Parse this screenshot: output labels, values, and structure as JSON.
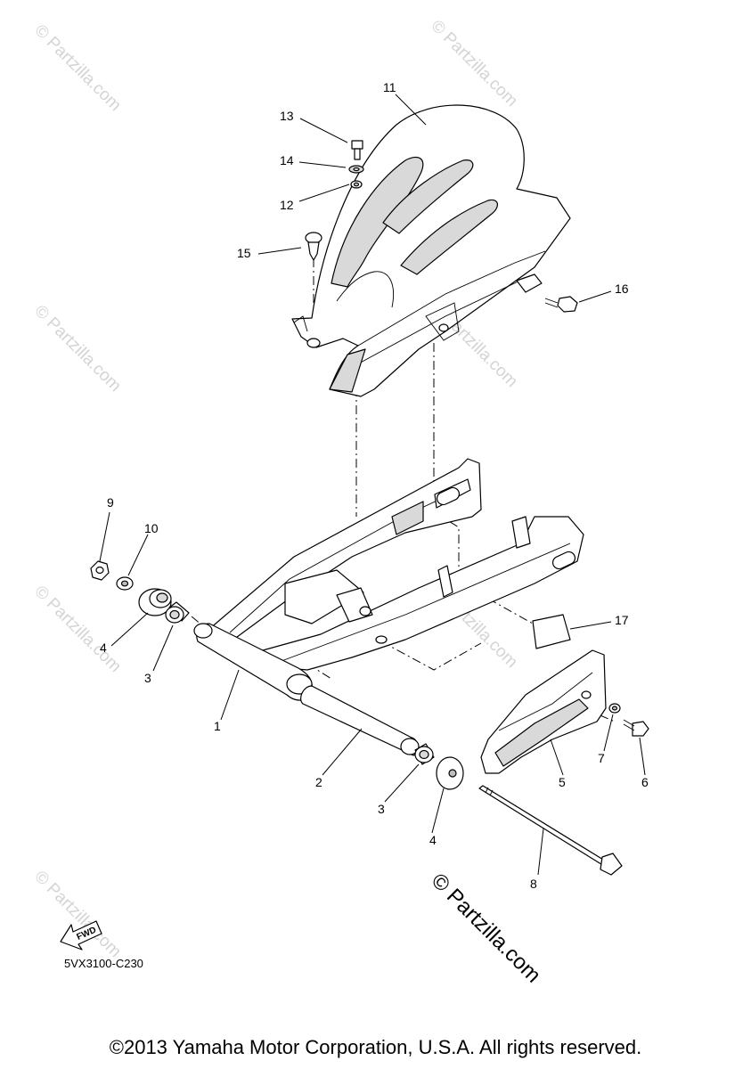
{
  "watermark": "© Partzilla.com",
  "diagram_code": "5VX3100-C230",
  "fwd_label": "FWD",
  "copyright": "©2013 Yamaha Motor Corporation, U.S.A. All rights reserved.",
  "callouts": {
    "c1": "1",
    "c2": "2",
    "c3a": "3",
    "c3b": "3",
    "c4a": "4",
    "c4b": "4",
    "c5": "5",
    "c6": "6",
    "c7": "7",
    "c8": "8",
    "c9": "9",
    "c10": "10",
    "c11": "11",
    "c12": "12",
    "c13": "13",
    "c14": "14",
    "c15": "15",
    "c16": "16",
    "c17": "17"
  }
}
